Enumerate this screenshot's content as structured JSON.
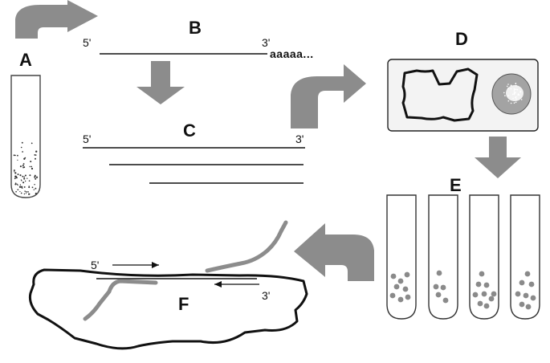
{
  "panels": {
    "a": "A",
    "b": "B",
    "c": "C",
    "d": "D",
    "e": "E",
    "f": "F"
  },
  "ends": {
    "b_five": "5'",
    "b_three": "3'",
    "c_five": "5'",
    "c_three": "3'",
    "f_five": "5'",
    "f_three": "3'"
  },
  "poly_a_tail": "aaaaa...",
  "colors": {
    "arrow": "#8c8c8c",
    "line": "#111111",
    "dot": "#8a8a8a",
    "gel_fill": "#a3a3a3",
    "panel_bg": "#f3f3f3"
  }
}
